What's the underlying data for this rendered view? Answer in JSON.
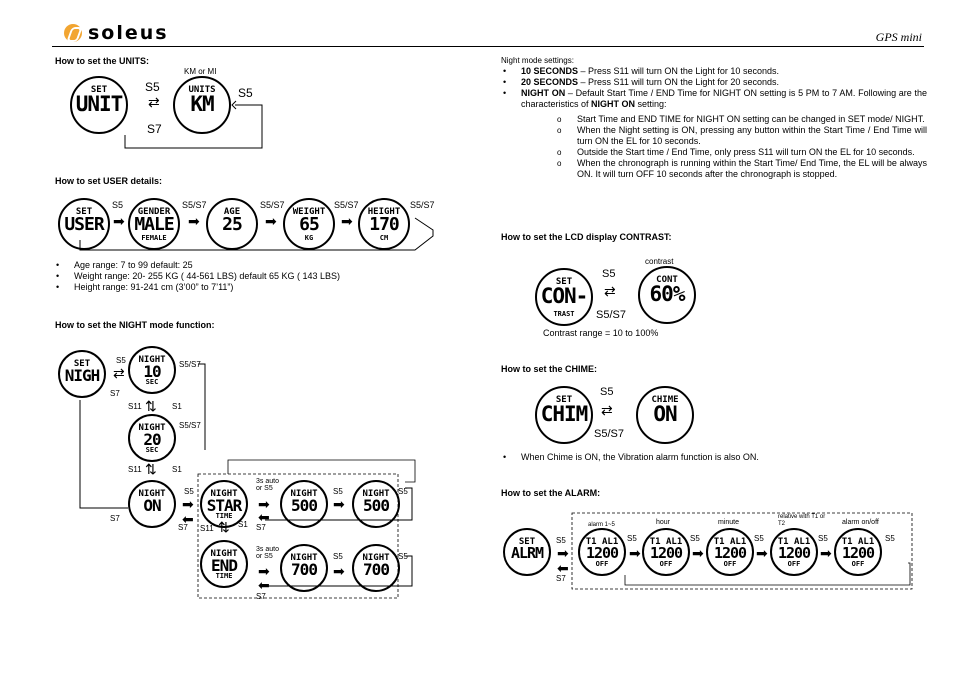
{
  "header": {
    "brand": "soleus",
    "doc_title": "GPS mini"
  },
  "units": {
    "heading": "How to set the UNITS:",
    "caption": "KM or MI",
    "key_s5_a": "S5",
    "key_s7": "S7",
    "key_s5_b": "S5",
    "w1": {
      "top": "SET",
      "mid": "UNIT"
    },
    "w2": {
      "top": "UNITS",
      "mid": "KM"
    }
  },
  "user": {
    "heading": "How to set USER details:",
    "keys": [
      "S5",
      "S5/S7",
      "S5/S7",
      "S5/S7",
      "S5/S7"
    ],
    "w1": {
      "top": "SET",
      "mid": "USER"
    },
    "w2": {
      "top": "GENDER",
      "mid": "MALE",
      "bot": "FEMALE"
    },
    "w3": {
      "top": "AGE",
      "mid": "25"
    },
    "w4": {
      "top": "WEIGHT",
      "mid": "65",
      "bot": "KG"
    },
    "w5": {
      "top": "HEIGHT",
      "mid": "170",
      "bot": "CM"
    },
    "bullets": [
      "Age range: 7 to 99 default: 25",
      "Weight range: 20- 255 KG ( 44-561 LBS) default 65 KG ( 143 LBS)",
      "Height range: 91-241 cm (3’00” to 7’11”)"
    ]
  },
  "night": {
    "heading": "How to set the NIGHT mode function:",
    "keys": {
      "s5": "S5",
      "s7": "S7",
      "s5s7": "S5/S7",
      "s11": "S11",
      "s1": "S1",
      "auto": "3s auto\nor S5"
    },
    "w_set": {
      "top": "SET",
      "mid": "NIGH"
    },
    "w_10": {
      "top": "NIGHT",
      "mid": "10",
      "bot": "SEC"
    },
    "w_20": {
      "top": "NIGHT",
      "mid": "20",
      "bot": "SEC"
    },
    "w_on": {
      "top": "NIGHT",
      "mid": "ON"
    },
    "w_start": {
      "top": "NIGHT",
      "mid": "STAR",
      "bot": "TIME"
    },
    "w_end": {
      "top": "NIGHT",
      "mid": "END",
      "bot": "TIME"
    },
    "w_500a": {
      "top": "NIGHT",
      "mid": "500"
    },
    "w_500b": {
      "top": "NIGHT",
      "mid": "500"
    },
    "w_700a": {
      "top": "NIGHT",
      "mid": "700"
    },
    "w_700b": {
      "top": "NIGHT",
      "mid": "700"
    }
  },
  "night_text": {
    "intro": "Night mode settings:",
    "b1_bold": "10 SECONDS",
    "b1_rest": " – Press S11 will turn ON the Light for 10 seconds.",
    "b2_bold": "20 SECONDS",
    "b2_rest": " – Press S11 will turn ON the Light for 20 seconds.",
    "b3_bold": "NIGHT ON",
    "b3_rest": " – Default Start Time / END Time for NIGHT ON setting is 5 PM to 7 AM. Following are the characteristics of ",
    "b3_bold2": "NIGHT ON",
    "b3_end": " setting:",
    "subs": [
      "Start Time and END TIME for NIGHT ON setting can be changed in SET mode/ NIGHT.",
      "When the Night setting is ON, pressing any button within the Start Time / End Time will turn ON the EL for 10 seconds.",
      "Outside the Start time / End Time, only press S11 will turn ON the EL for 10 seconds.",
      "When the chronograph is running within the Start Time/ End Time, the EL will be always ON. It will turn OFF 10 seconds after the chronograph is stopped."
    ]
  },
  "contrast": {
    "heading": "How to set the LCD display CONTRAST:",
    "caption": "contrast",
    "key_s5": "S5",
    "key_s5s7": "S5/S7",
    "w1": {
      "top": "SET",
      "mid": "CON-",
      "bot": "TRAST"
    },
    "w2": {
      "top": "CONT",
      "mid": "60%"
    },
    "range": "Contrast range = 10 to 100%"
  },
  "chime": {
    "heading": "How to set the CHIME:",
    "key_s5": "S5",
    "key_s5s7": "S5/S7",
    "w1": {
      "top": "SET",
      "mid": "CHIM"
    },
    "w2": {
      "top": "CHIME",
      "mid": "ON"
    },
    "bullet": "When Chime is ON, the Vibration alarm function is also ON."
  },
  "alarm": {
    "heading": "How to set the ALARM:",
    "captions": [
      "alarm 1~5",
      "hour",
      "minute",
      "relative with T1 or T2",
      "alarm on/off"
    ],
    "keys": [
      "S5",
      "S5",
      "S5",
      "S5",
      "S5",
      "S5"
    ],
    "key_s7": "S7",
    "w_set": {
      "top": "SET",
      "mid": "ALRM"
    },
    "w_items": [
      {
        "top": "T1 AL1",
        "mid": "1200",
        "bot": "OFF"
      },
      {
        "top": "T1 AL1",
        "mid": "1200",
        "bot": "OFF"
      },
      {
        "top": "T1 AL1",
        "mid": "1200",
        "bot": "OFF"
      },
      {
        "top": "T1 AL1",
        "mid": "1200",
        "bot": "OFF"
      },
      {
        "top": "T1 AL1",
        "mid": "1200",
        "bot": "OFF"
      }
    ]
  }
}
